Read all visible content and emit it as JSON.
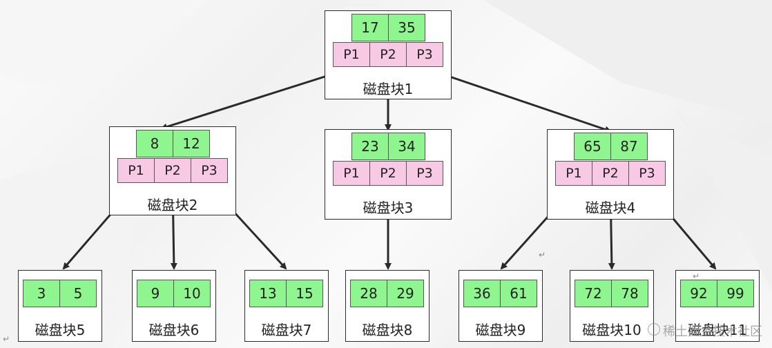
{
  "nodes": [
    {
      "keys": [
        "17",
        "35"
      ],
      "pointers": [
        "P1",
        "P2",
        "P3"
      ],
      "label": "磁盘块1"
    },
    {
      "keys": [
        "8",
        "12"
      ],
      "pointers": [
        "P1",
        "P2",
        "P3"
      ],
      "label": "磁盘块2"
    },
    {
      "keys": [
        "23",
        "34"
      ],
      "pointers": [
        "P1",
        "P2",
        "P3"
      ],
      "label": "磁盘块3"
    },
    {
      "keys": [
        "65",
        "87"
      ],
      "pointers": [
        "P1",
        "P2",
        "P3"
      ],
      "label": "磁盘块4"
    },
    {
      "keys": [
        "3",
        "5"
      ],
      "label": "磁盘块5"
    },
    {
      "keys": [
        "9",
        "10"
      ],
      "label": "磁盘块6"
    },
    {
      "keys": [
        "13",
        "15"
      ],
      "label": "磁盘块7"
    },
    {
      "keys": [
        "28",
        "29"
      ],
      "label": "磁盘块8"
    },
    {
      "keys": [
        "36",
        "61"
      ],
      "label": "磁盘块9"
    },
    {
      "keys": [
        "72",
        "78"
      ],
      "label": "磁盘块10"
    },
    {
      "keys": [
        "92",
        "99"
      ],
      "label": "磁盘块11"
    }
  ],
  "return_mark": "↵",
  "watermark": "稀土掘金技术社区",
  "colors": {
    "key": "#8ff58f",
    "pointer": "#f7c9e4",
    "border": "#2a2a2a",
    "arrow": "#2a2a2a"
  }
}
